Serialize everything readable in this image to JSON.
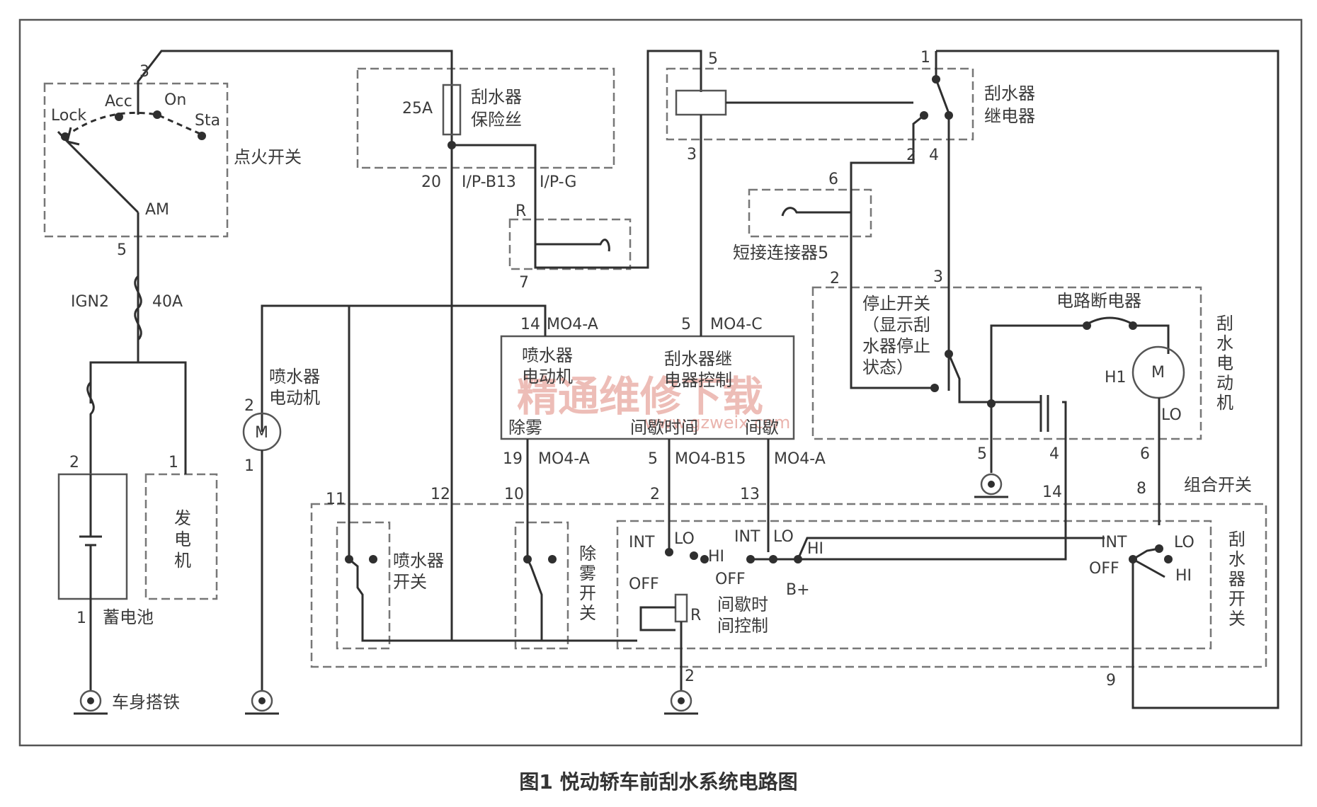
{
  "caption": "图1 悦动轿车前刮水系统电路图",
  "watermark": {
    "text": "精通维修下载",
    "url": "www.gzweix.com"
  },
  "components": {
    "ignition_switch": "点火开关",
    "fuse_box": "刮水器\n保险丝",
    "fuse_rating": "25A",
    "wiper_relay": "刮水器\n继电器",
    "short_connector": "短接连接器5",
    "stop_switch": "停止开关\n（显示刮\n水器停止\n状态）",
    "circuit_breaker": "电路断电器",
    "wiper_motor": "刮\n水\n电\n动\n机",
    "washer_motor": "喷水器\n电动机",
    "module_washer": "喷水器\n电动机",
    "module_relay_ctrl": "刮水器继\n电器控制",
    "module_defog": "除雾",
    "module_interval_time": "间歇时间",
    "module_interval": "间歇",
    "combo_switch": "组合开关",
    "washer_switch": "喷水器\n开关",
    "defog_switch": "除\n雾\n开\n关",
    "interval_control": "间歇时\n间控制",
    "wiper_switch": "刮\n水\n器\n开\n关",
    "battery": "蓄电池",
    "generator": "发\n电\n机",
    "body_ground": "车身搭铁"
  },
  "labels": {
    "lock": "Lock",
    "acc": "Acc",
    "on": "On",
    "sta": "Sta",
    "am": "AM",
    "ign2": "IGN2",
    "fuse40": "40A",
    "ip_b13": "I/P-B13",
    "ip_g": "I/P-G",
    "r": "R",
    "mo4a": "MO4-A",
    "mo4c": "MO4-C",
    "mo4b15": "MO4-B15",
    "m": "M",
    "h1": "H1",
    "lo": "LO",
    "hi": "HI",
    "int": "INT",
    "off": "OFF",
    "bplus": "B+"
  },
  "pins": [
    "3",
    "5",
    "20",
    "7",
    "5",
    "3",
    "2",
    "4",
    "1",
    "6",
    "2",
    "3",
    "14",
    "5",
    "2",
    "1",
    "2",
    "1",
    "1",
    "19",
    "5",
    "11",
    "12",
    "10",
    "2",
    "13",
    "14",
    "8",
    "5",
    "4",
    "6",
    "9",
    "2"
  ]
}
